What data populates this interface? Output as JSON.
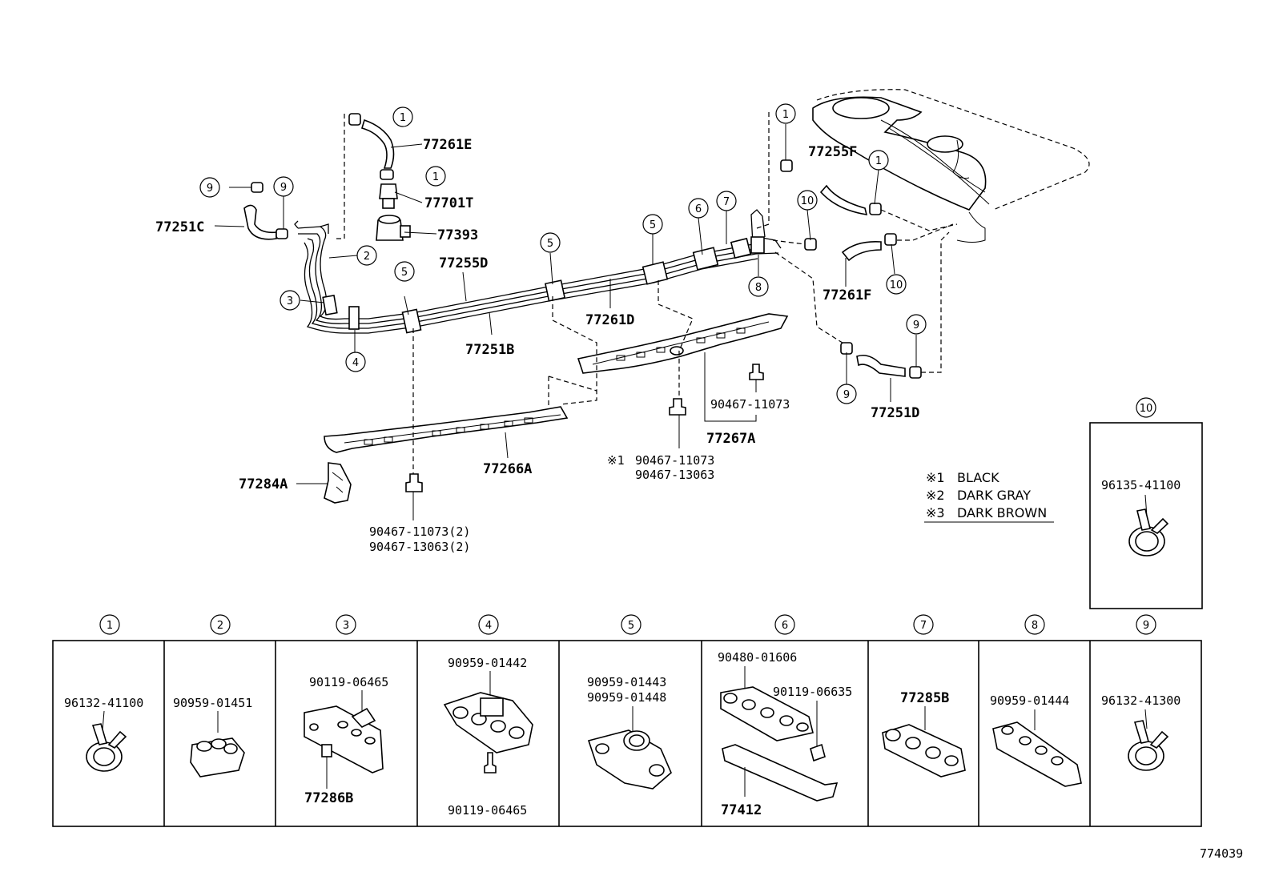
{
  "labels": {
    "l77261E": "77261E",
    "l77701T": "77701T",
    "l77393": "77393",
    "l77251C": "77251C",
    "l77255D": "77255D",
    "l77261D": "77261D",
    "l77251B": "77251B",
    "l77255F": "77255F",
    "l77261F": "77261F",
    "l77251D": "77251D",
    "l77267A": "77267A",
    "l77266A": "77266A",
    "l77284A": "77284A",
    "p90467_11073_a": "90467-11073",
    "p90467_11073_b": "90467-11073",
    "p90467_13063_b": "90467-13063",
    "p90467_11073_2": "90467-11073(2)",
    "p90467_13063_2": "90467-13063(2)",
    "note_mark": "※1"
  },
  "legend": [
    {
      "mark": "※1",
      "text": "BLACK"
    },
    {
      "mark": "※2",
      "text": "DARK GRAY"
    },
    {
      "mark": "※3",
      "text": "DARK BROWN"
    }
  ],
  "callouts": [
    "1",
    "2",
    "3",
    "4",
    "5",
    "6",
    "7",
    "8",
    "9",
    "10"
  ],
  "detail_panels": [
    {
      "num": "1",
      "parts": [
        "96132-41100"
      ]
    },
    {
      "num": "2",
      "parts": [
        "90959-01451"
      ]
    },
    {
      "num": "3",
      "parts": [
        "90119-06465",
        "77286B"
      ]
    },
    {
      "num": "4",
      "parts": [
        "90959-01442",
        "90119-06465"
      ]
    },
    {
      "num": "5",
      "parts": [
        "90959-01443",
        "90959-01448"
      ]
    },
    {
      "num": "6",
      "parts": [
        "90480-01606",
        "90119-06635",
        "77412"
      ]
    },
    {
      "num": "7",
      "parts": [
        "77285B"
      ]
    },
    {
      "num": "8",
      "parts": [
        "90959-01444"
      ]
    },
    {
      "num": "9",
      "parts": [
        "96132-41300"
      ]
    }
  ],
  "panel10": {
    "num": "10",
    "parts": [
      "96135-41100"
    ]
  },
  "figure_id": "774039"
}
